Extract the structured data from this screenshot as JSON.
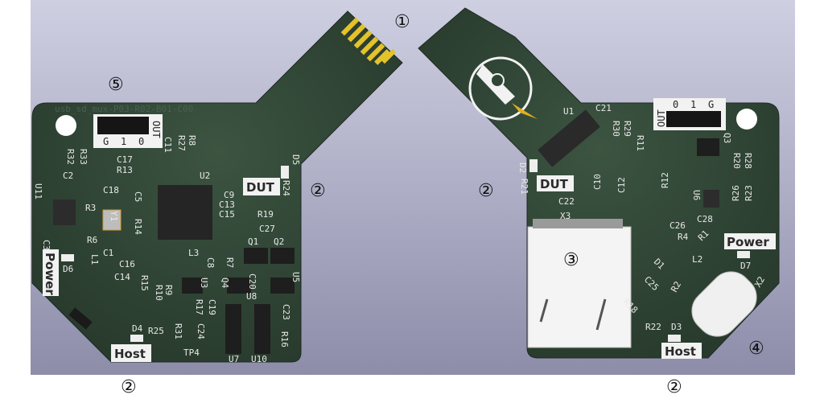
{
  "board_name": "usb_sd_mux-P03-R02-B01-C00",
  "callouts": [
    "①",
    "②",
    "②",
    "②",
    "②",
    "③",
    "④",
    "⑤"
  ],
  "silkscreen": {
    "dut_left": "DUT",
    "dut_right": "DUT",
    "host_left": "Host",
    "host_right": "Host",
    "power_left": "Power",
    "power_right": "Power",
    "header_left": {
      "out": "OUT",
      "pins": [
        "G",
        "1",
        "0"
      ]
    },
    "header_right": {
      "out": "OUT",
      "pins": [
        "0",
        "1",
        "G"
      ]
    }
  },
  "left_board_refdes": [
    "R32",
    "R33",
    "C2",
    "U11",
    "C17",
    "R13",
    "C11",
    "R27",
    "R8",
    "U2",
    "D5",
    "R24",
    "C18",
    "C5",
    "R3",
    "Y1",
    "R14",
    "C9",
    "C13",
    "C15",
    "R19",
    "C27",
    "C3",
    "R6",
    "L1",
    "C1",
    "C16",
    "C14",
    "L3",
    "Q1",
    "Q2",
    "R7",
    "D6",
    "R15",
    "R10",
    "R9",
    "C8",
    "U3",
    "Q4",
    "C20",
    "U8",
    "U5",
    "R17",
    "C19",
    "C24",
    "C23",
    "R16",
    "D4",
    "R25",
    "R31",
    "TP4",
    "U7",
    "U10"
  ],
  "right_board_refdes": [
    "U1",
    "C21",
    "R30",
    "R29",
    "R11",
    "Q3",
    "R20",
    "R28",
    "D2",
    "R21",
    "C22",
    "C10",
    "C12",
    "R12",
    "U6",
    "X3",
    "C26",
    "C28",
    "R26",
    "R23",
    "R4",
    "R1",
    "D1",
    "L2",
    "R2",
    "C25",
    "R18",
    "D7",
    "X2",
    "R22",
    "D3"
  ],
  "colors": {
    "pcb": "#2f4536",
    "gold": "#e0c020",
    "silk": "#f0f0f0",
    "background_top": "#c9c9dd",
    "background_bottom": "#8a8aa6"
  }
}
